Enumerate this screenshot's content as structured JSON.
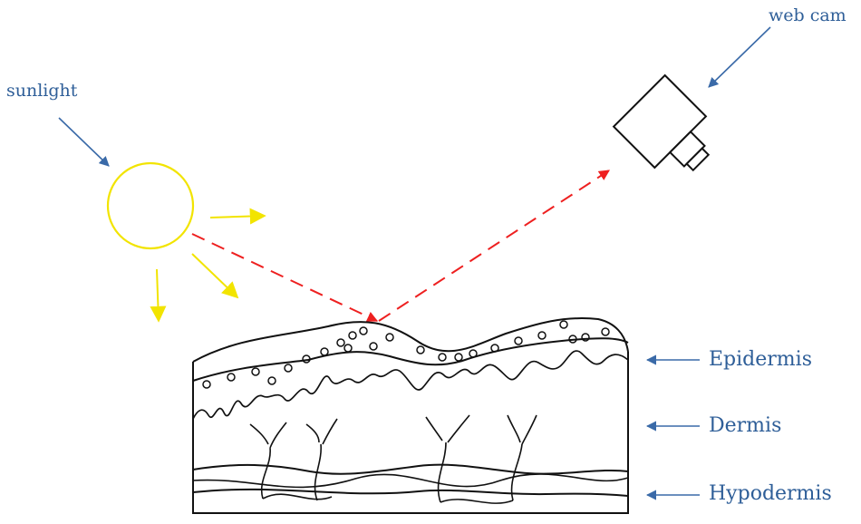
{
  "labels": {
    "sunlight": "sunlight",
    "webcam": "web cam",
    "epidermis": "Epidermis",
    "dermis": "Dermis",
    "hypodermis": "Hypodermis"
  },
  "colors": {
    "label": "#2e5e98",
    "pointer_arrow": "#3a6aa8",
    "sun": "#f2e400",
    "ray": "#ee2020",
    "ink": "#111111"
  },
  "icons": {
    "sun": "sun-icon",
    "webcam": "webcam-icon"
  }
}
